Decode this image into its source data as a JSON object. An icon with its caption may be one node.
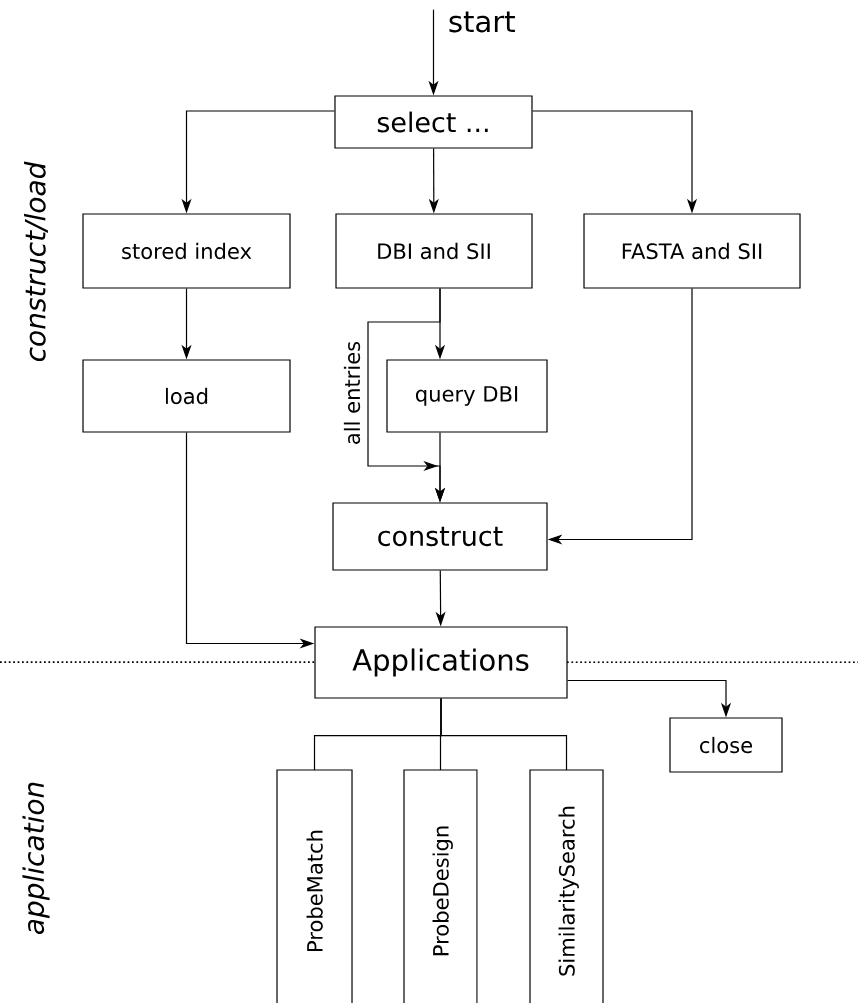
{
  "diagram": {
    "nodes": [
      {
        "text": [
          "start"
        ]
      },
      {
        "text": [
          "select ..."
        ]
      },
      {
        "text": [
          "stored index"
        ]
      },
      {
        "text": [
          "DBI and SII"
        ]
      },
      {
        "text": [
          "FASTA and SII"
        ]
      },
      {
        "text": [
          "load"
        ]
      },
      {
        "text": [
          "query DBI"
        ]
      },
      {
        "text": [
          "construct"
        ]
      },
      {
        "text": [
          "Applications"
        ]
      },
      {
        "text": [
          "close"
        ]
      },
      {
        "text": [
          "ProbeMatch"
        ]
      },
      {
        "text": [
          "ProbeDesign"
        ]
      },
      {
        "text": [
          "SimilaritySearch"
        ]
      }
    ],
    "edges": [
      {
        "from": 0,
        "to": 1,
        "arrow": "to"
      },
      {
        "from": 1,
        "to": 2,
        "arrow": "to"
      },
      {
        "from": 1,
        "to": 3,
        "arrow": "to"
      },
      {
        "from": 1,
        "to": 4,
        "arrow": "to"
      },
      {
        "from": 2,
        "to": 5,
        "arrow": "to"
      },
      {
        "from": 3,
        "to": 6,
        "arrow": "to"
      },
      {
        "from": 3,
        "to": 7,
        "arrow": "to",
        "label": "all entries"
      },
      {
        "from": 6,
        "to": 7,
        "arrow": "to"
      },
      {
        "from": 4,
        "to": 7,
        "arrow": "to"
      },
      {
        "from": 5,
        "to": 8,
        "arrow": "to"
      },
      {
        "from": 7,
        "to": 8,
        "arrow": "to"
      },
      {
        "from": 8,
        "to": 9,
        "arrow": "to"
      },
      {
        "from": 8,
        "to": 10,
        "arrow": "none"
      },
      {
        "from": 8,
        "to": 11,
        "arrow": "none"
      },
      {
        "from": 8,
        "to": 12,
        "arrow": "none"
      }
    ],
    "labels": [
      "construct/load",
      "application"
    ]
  }
}
